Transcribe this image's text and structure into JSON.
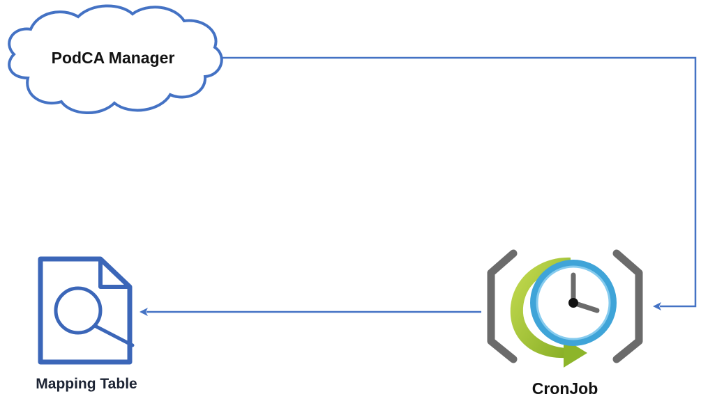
{
  "nodes": {
    "manager": {
      "label": "PodCA Manager",
      "icon": "cloud-icon"
    },
    "cronjob": {
      "label": "CronJob",
      "icon": "clock-cycle-icon"
    },
    "mapping": {
      "label": "Mapping Table",
      "icon": "document-search-icon"
    }
  },
  "edges": [
    {
      "from": "manager",
      "to": "cronjob"
    },
    {
      "from": "cronjob",
      "to": "mapping"
    }
  ],
  "colors": {
    "line": "#4472c4",
    "cloud_stroke": "#4472c4",
    "doc_stroke": "#3b66b8",
    "bracket": "#6b6b6b",
    "clock_ring": "#3fa4d8",
    "clock_inner": "#6fc3ea",
    "arrow_green": "#a8c83a",
    "arrow_green_dark": "#7fa325",
    "clock_hand": "#6b6b6b",
    "text": "#111111"
  }
}
